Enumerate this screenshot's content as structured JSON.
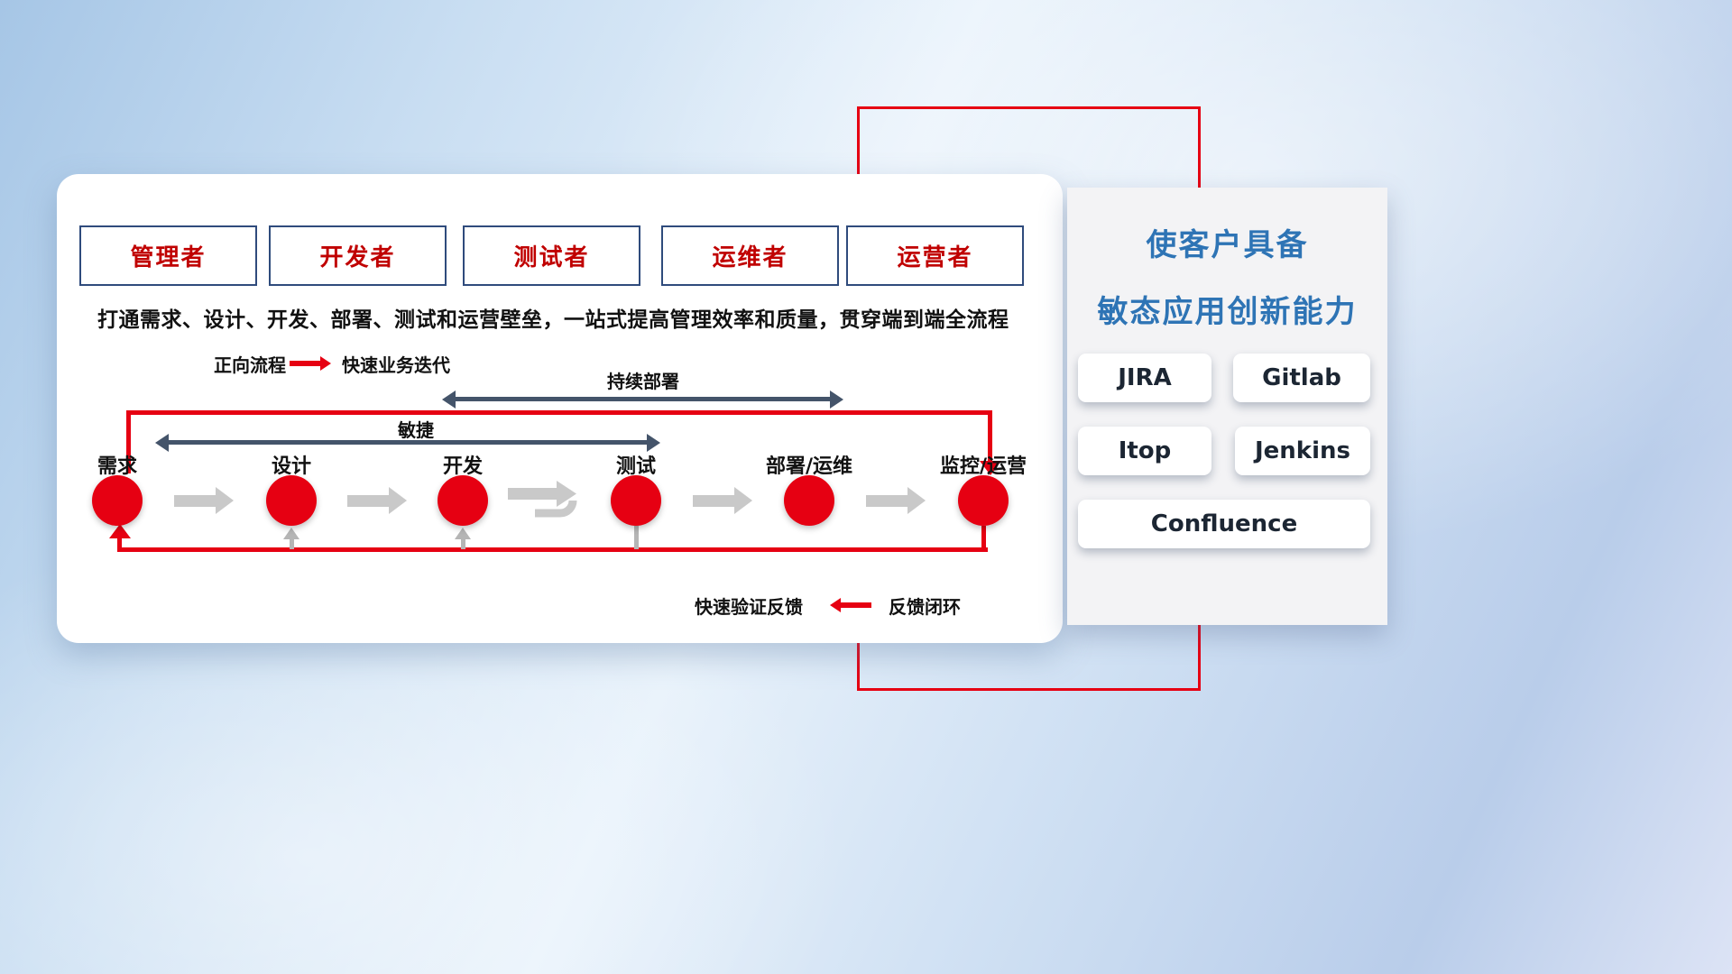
{
  "colors": {
    "accent_red": "#e60012",
    "role_text_red": "#c00000",
    "role_border_navy": "#2f4b7c",
    "dark_arrow": "#44546a",
    "gray_arrow": "#c9c9c9",
    "panel_title_blue": "#2e74b5"
  },
  "roles": [
    "管理者",
    "开发者",
    "测试者",
    "运维者",
    "运营者"
  ],
  "workflow": {
    "description": "打通需求、设计、开发、部署、测试和运营壁垒，一站式提高管理效率和质量，贯穿端到端全流程",
    "stages": [
      "需求",
      "设计",
      "开发",
      "测试",
      "部署/运维",
      "监控/运营"
    ],
    "agile_label": "敏捷",
    "continuous_deployment_label": "持续部署"
  },
  "legend": {
    "forward_label": "正向流程",
    "forward_value": "快速业务迭代",
    "feedback_label": "快速验证反馈",
    "feedback_value": "反馈闭环"
  },
  "panel": {
    "title_line1": "使客户具备",
    "title_line2": "敏态应用创新能力",
    "tools": [
      "JIRA",
      "Gitlab",
      "Itop",
      "Jenkins",
      "Confluence"
    ]
  }
}
